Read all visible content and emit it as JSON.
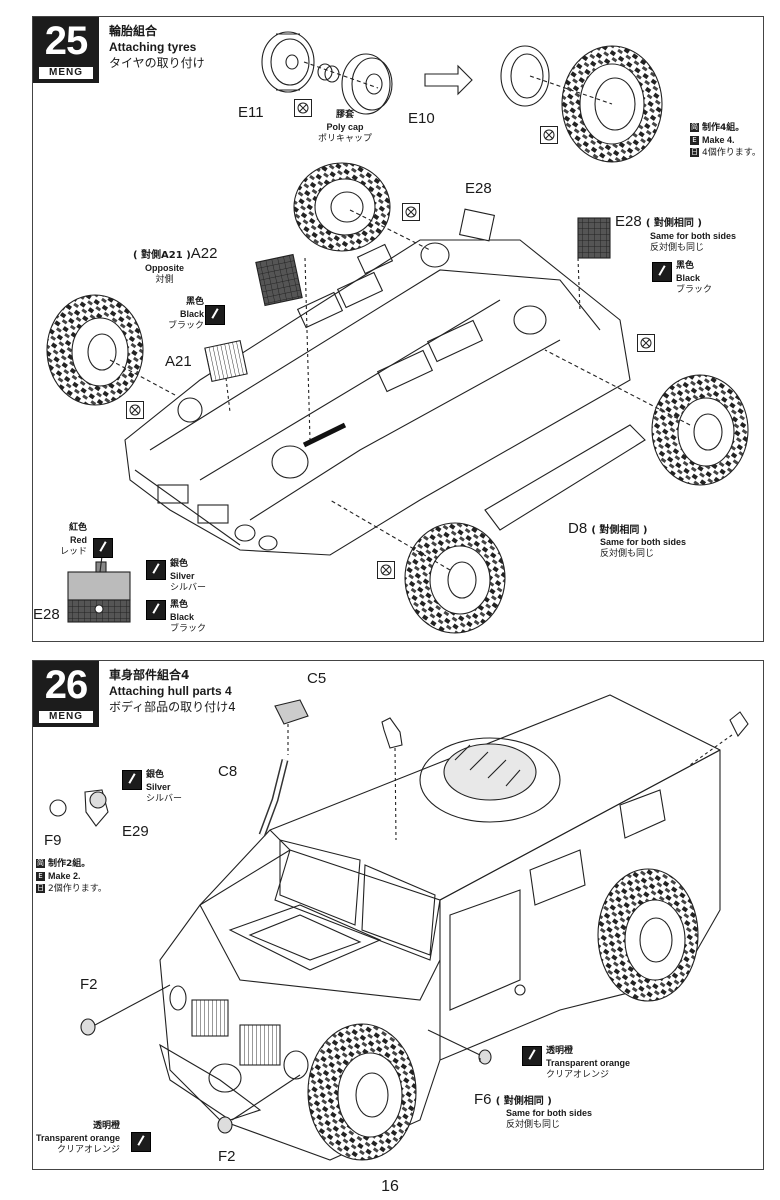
{
  "page_number": "16",
  "step25": {
    "number": "25",
    "brand": "MENG",
    "title_zh": "輪胎組合",
    "title_en": "Attaching tyres",
    "title_jp": "タイヤの取り付け",
    "part_e11": "E11",
    "part_e10": "E10",
    "polycap_zh": "膠套",
    "polycap_en": "Poly cap",
    "polycap_jp": "ポリキャップ",
    "make_zh": "制作4組。",
    "make_en": "Make 4.",
    "make_jp": "4個作ります。",
    "part_e28_top": "E28",
    "part_e28_right": "E28",
    "e28_right_zh": "( 對側相同 )",
    "e28_right_en": "Same for both sides",
    "e28_right_jp": "反対側も同じ",
    "black_zh": "黑色",
    "black_en": "Black",
    "black_jp": "ブラック",
    "a22_zh": "( 對側A21 )",
    "part_a22": "A22",
    "a22_en": "Opposite",
    "a22_jp": "対側",
    "black2_zh": "黑色",
    "black2_en": "Black",
    "black2_jp": "ブラック",
    "part_a21": "A21",
    "part_d8": "D8",
    "d8_zh": "( 對側相同 )",
    "d8_en": "Same for both sides",
    "d8_jp": "反対側も同じ",
    "red_zh": "紅色",
    "red_en": "Red",
    "red_jp": "レッド",
    "silver_zh": "銀色",
    "silver_en": "Silver",
    "silver_jp": "シルバー",
    "black3_zh": "黑色",
    "black3_en": "Black",
    "black3_jp": "ブラック",
    "part_e28_detail": "E28"
  },
  "step26": {
    "number": "26",
    "brand": "MENG",
    "title_zh": "車身部件組合4",
    "title_en": "Attaching hull parts 4",
    "title_jp": "ボディ部品の取り付け4",
    "part_c5": "C5",
    "part_c8": "C8",
    "silver_zh": "銀色",
    "silver_en": "Silver",
    "silver_jp": "シルバー",
    "part_f9": "F9",
    "part_e29": "E29",
    "make_zh": "制作2組。",
    "make_en": "Make 2.",
    "make_jp": "2個作ります。",
    "part_f2_top": "F2",
    "part_f2_bottom": "F2",
    "orange_left_zh": "透明橙",
    "orange_left_en": "Transparent orange",
    "orange_left_jp": "クリアオレンジ",
    "orange_right_zh": "透明橙",
    "orange_right_en": "Transparent orange",
    "orange_right_jp": "クリアオレンジ",
    "part_f6": "F6",
    "f6_zh": "( 對側相同 )",
    "f6_en": "Same for both sides",
    "f6_jp": "反対側も同じ"
  }
}
